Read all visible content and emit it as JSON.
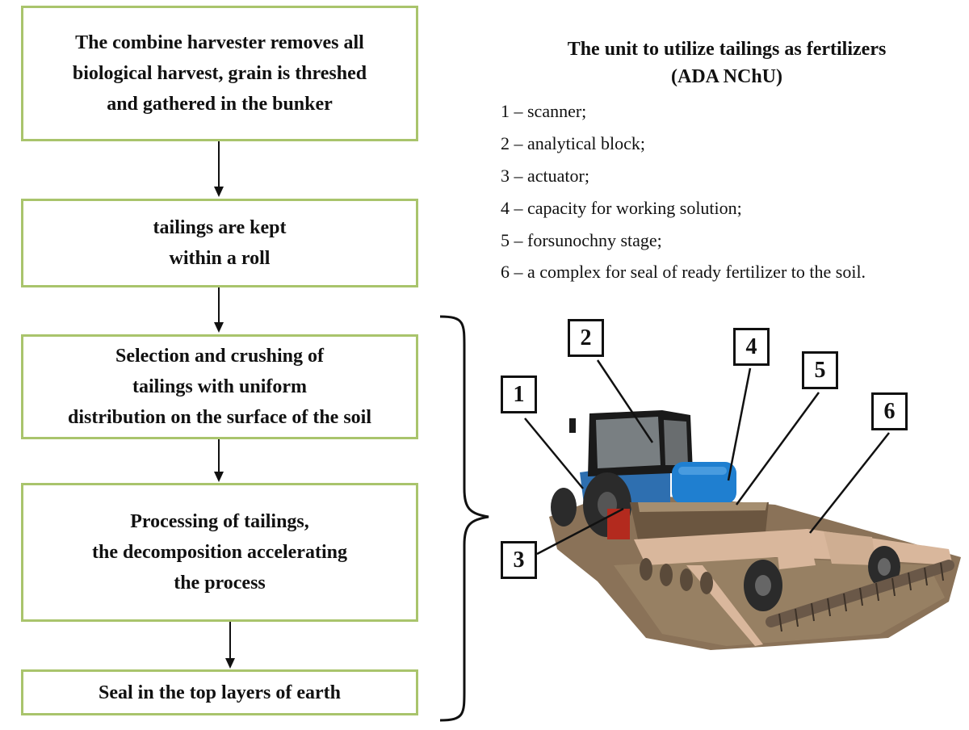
{
  "flow_steps": [
    "The combine harvester removes all\nbiological harvest, grain is threshed\nand gathered in the bunker",
    "tailings are kept\nwithin  a roll",
    "Selection and crushing of\ntailings with uniform\ndistribution  on the surface of the soil",
    "Processing of tailings,\n the decomposition accelerating\nthe process",
    "Seal in the top layers of earth"
  ],
  "unit": {
    "title_line1": "The unit to utilize tailings as fertilizers",
    "title_line2": "(ADA NChU)",
    "legend": [
      "1 – scanner;",
      "2 – analytical  block;",
      "3 – actuator;",
      "4 – capacity  for working solution;",
      "5 – forsunochny  stage;",
      "6 – a complex for seal of ready fertilizer to the soil."
    ],
    "callouts": [
      "1",
      "2",
      "3",
      "4",
      "5",
      "6"
    ]
  },
  "colors": {
    "box_border": "#a9c46c",
    "tractor_body": "#2e6fb0",
    "tank": "#1f7fd0",
    "frame": "#d9b79c",
    "soil": "#8a7258"
  }
}
